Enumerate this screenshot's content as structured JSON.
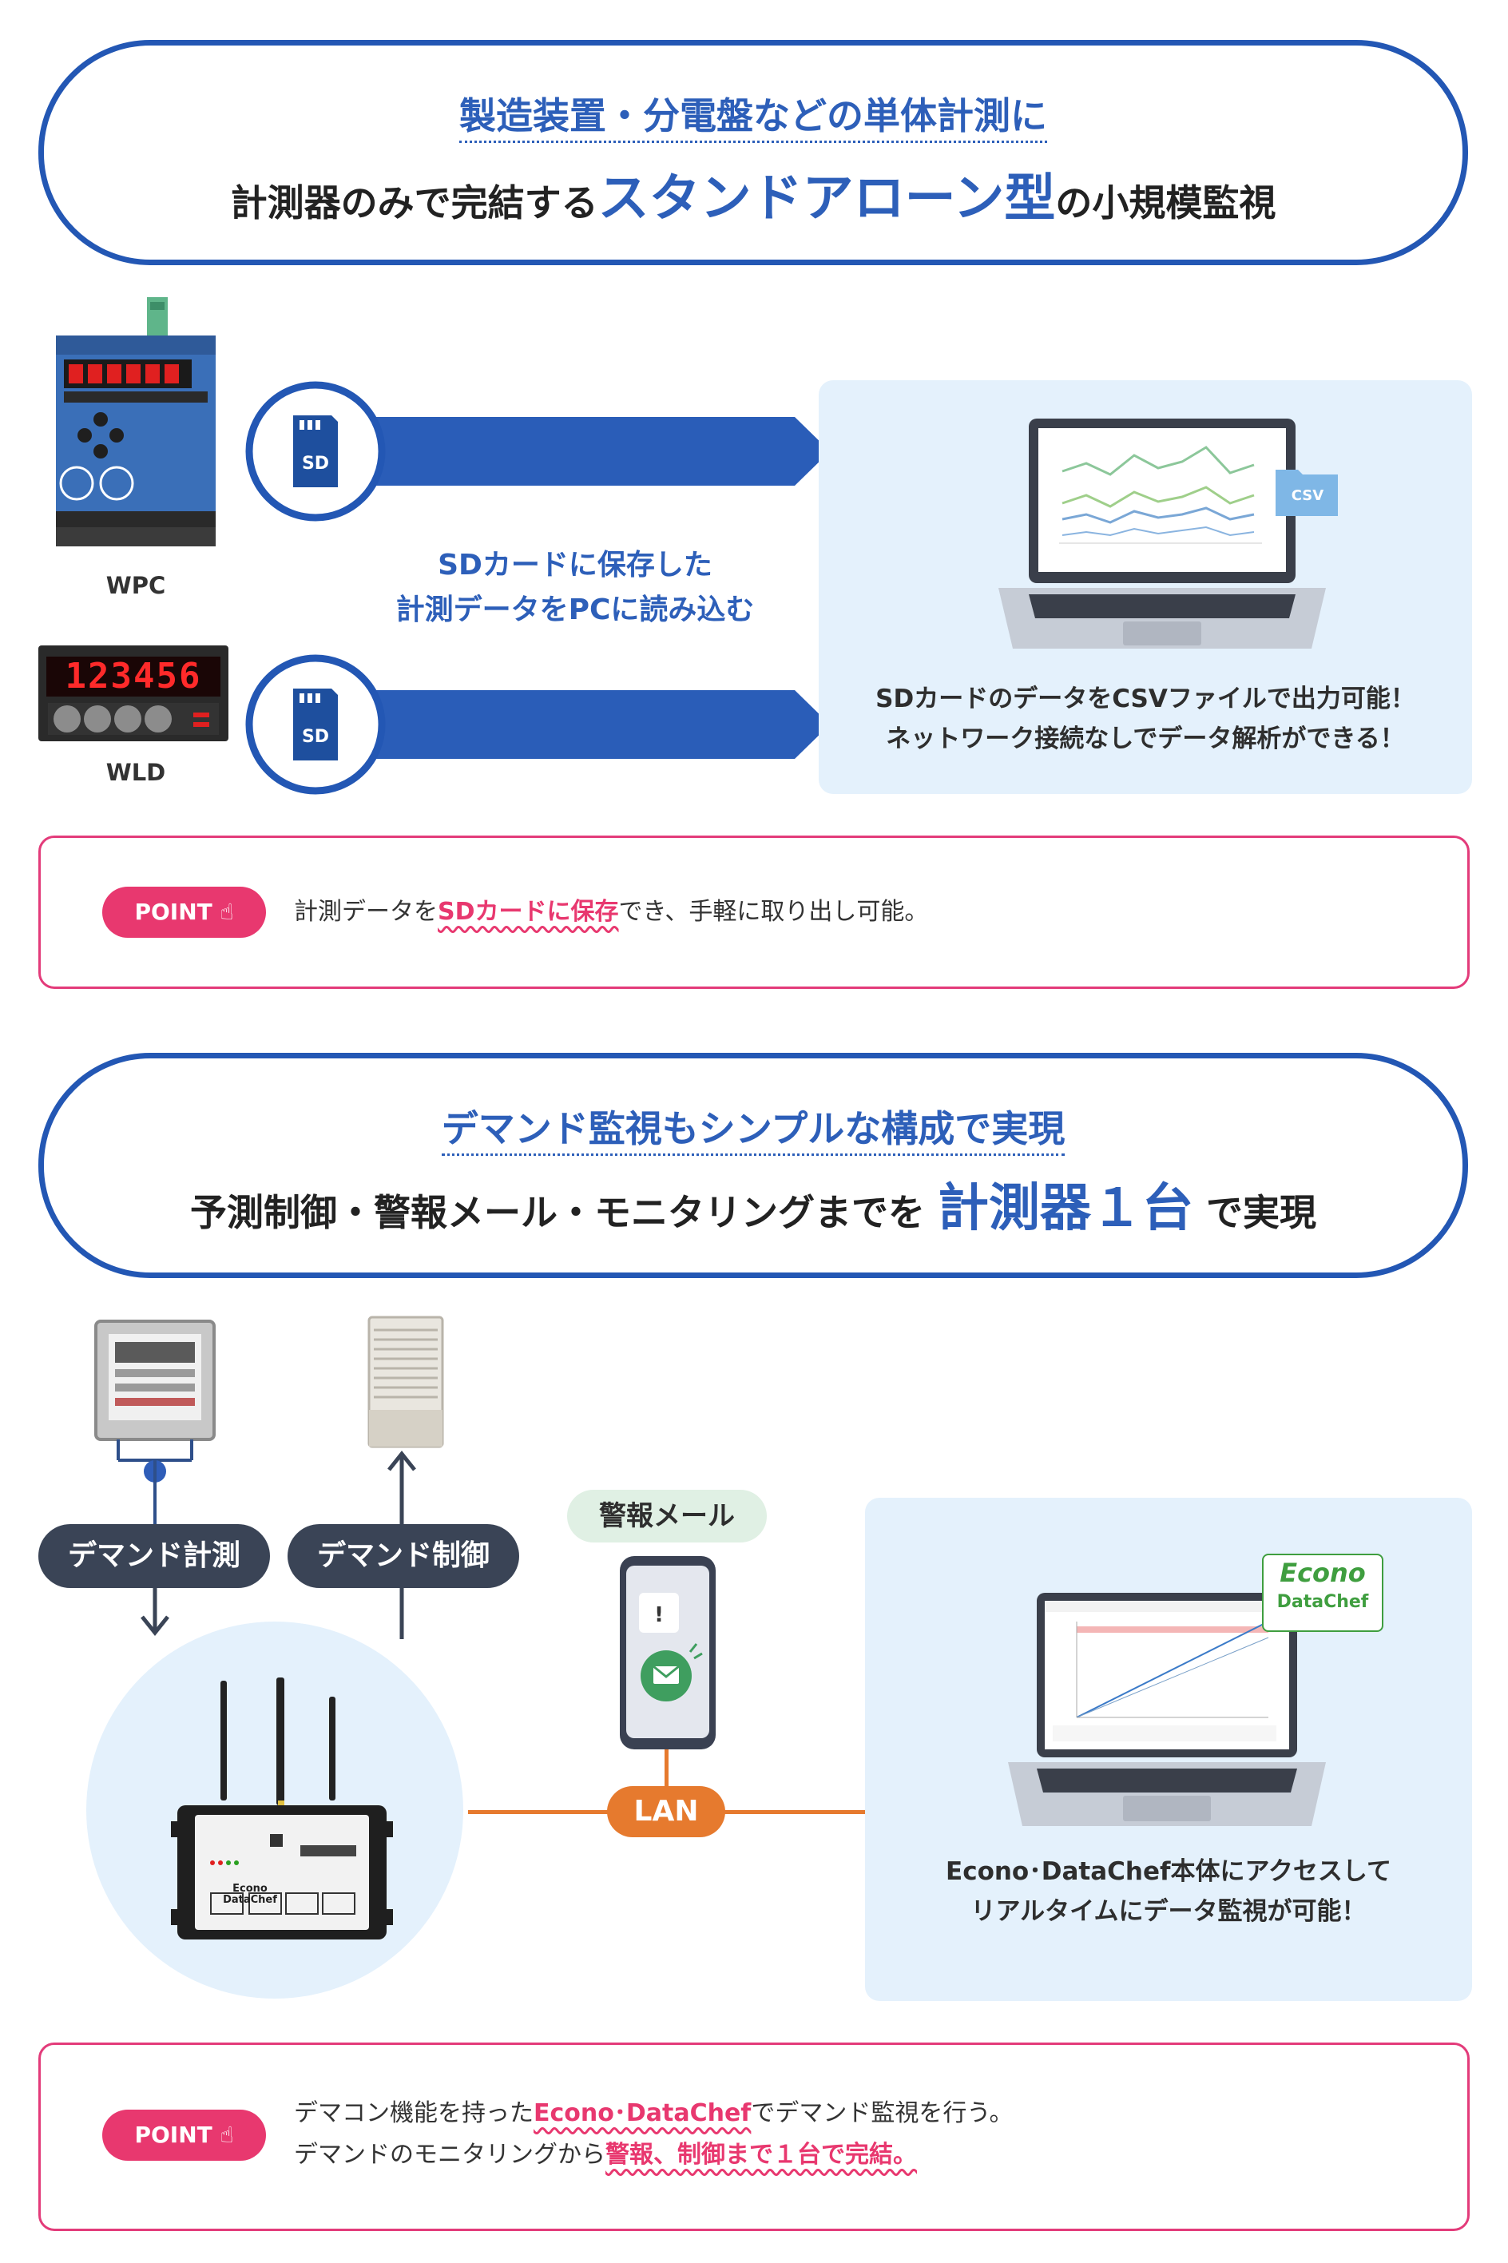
{
  "section1": {
    "sub_title": "製造装置・分電盤などの単体計測に",
    "main_pre": "計測器のみで完結する",
    "main_big": "スタンドアローン型",
    "main_post": "の小規模監視",
    "device1_label": "WPC",
    "device2_label": "WLD",
    "sd_label": "SD",
    "arrow_caption_line1": "SDカードに保存した",
    "arrow_caption_line2": "計測データをPCに読み込む",
    "folder_label": "CSV",
    "wld_display": "123456",
    "panel_line1": "SDカードのデータをCSVファイルで出力可能！",
    "panel_line2": "ネットワーク接続なしでデータ解析ができる！",
    "point_badge": "POINT",
    "point_pre": "計測データを",
    "point_hl": "SDカードに保存",
    "point_post": "でき、手軽に取り出し可能。"
  },
  "section2": {
    "sub_title": "デマンド監視もシンプルな構成で実現",
    "main_pre": "予測制御・警報メール・モニタリングまでを",
    "main_big": "計測器１台",
    "main_post": "で実現",
    "demand_measure": "デマンド計測",
    "demand_control": "デマンド制御",
    "alarm_mail": "警報メール",
    "lan": "LAN",
    "econo_logo_line1": "Econo",
    "econo_logo_line2": "DataChef",
    "panel_line1": "Econo･DataChef本体にアクセスして",
    "panel_line2": "リアルタイムにデータ監視が可能！",
    "point_badge": "POINT",
    "point_line1_pre": "デマコン機能を持った",
    "point_line1_hl": "Econo･DataChef",
    "point_line1_post": "でデマンド監視を行う。",
    "point_line2_pre": "デマンドのモニタリングから",
    "point_line2_hl": "警報、制御まで１台で完結。"
  },
  "colors": {
    "brand_blue": "#2357b4",
    "point_pink": "#e8386f",
    "lan_orange": "#e67a2e",
    "panel_bg": "#e4f1fc",
    "mail_green": "#3f9e5f"
  }
}
